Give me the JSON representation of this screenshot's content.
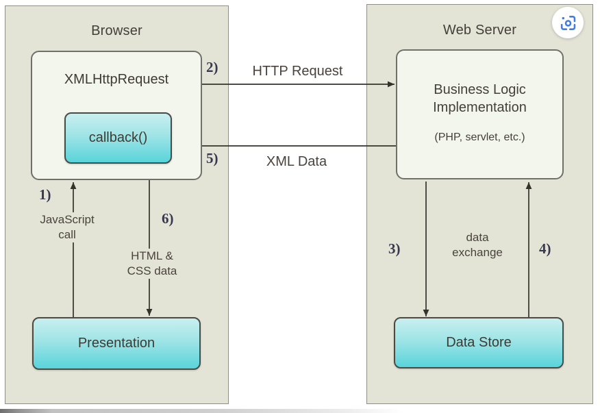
{
  "colors": {
    "panel_fill": "#e3e4d6",
    "panel_border": "#8e8e84",
    "node_fill": "#f3f6ec",
    "node_border": "#70706a",
    "accent_gradient_top": "#c9efef",
    "accent_gradient_bottom": "#58d4da",
    "arrow": "#33332c",
    "text": "#453f39",
    "step_number_text": "#373750",
    "lens_icon_blue": "#3e7de8"
  },
  "panels": {
    "browser": {
      "title": "Browser"
    },
    "web_server": {
      "title": "Web Server"
    }
  },
  "nodes": {
    "xmlhttprequest": {
      "label": "XMLHttpRequest"
    },
    "callback": {
      "label": "callback()"
    },
    "business_logic": {
      "title": "Business Logic\nImplementation",
      "subtitle": "(PHP, servlet, etc.)"
    },
    "presentation": {
      "label": "Presentation"
    },
    "data_store": {
      "label": "Data Store"
    }
  },
  "edges": {
    "step1": {
      "number": "1)",
      "label": "JavaScript\ncall"
    },
    "step2": {
      "number": "2)",
      "label": "HTTP Request"
    },
    "step3": {
      "number": "3)"
    },
    "step4": {
      "number": "4)"
    },
    "step5": {
      "number": "5)",
      "label": "XML Data"
    },
    "step6": {
      "number": "6)",
      "label": "HTML &\nCSS data"
    },
    "data_exchange": {
      "label": "data\nexchange"
    }
  },
  "overlay": {
    "lens_button": "image-search-lens"
  }
}
